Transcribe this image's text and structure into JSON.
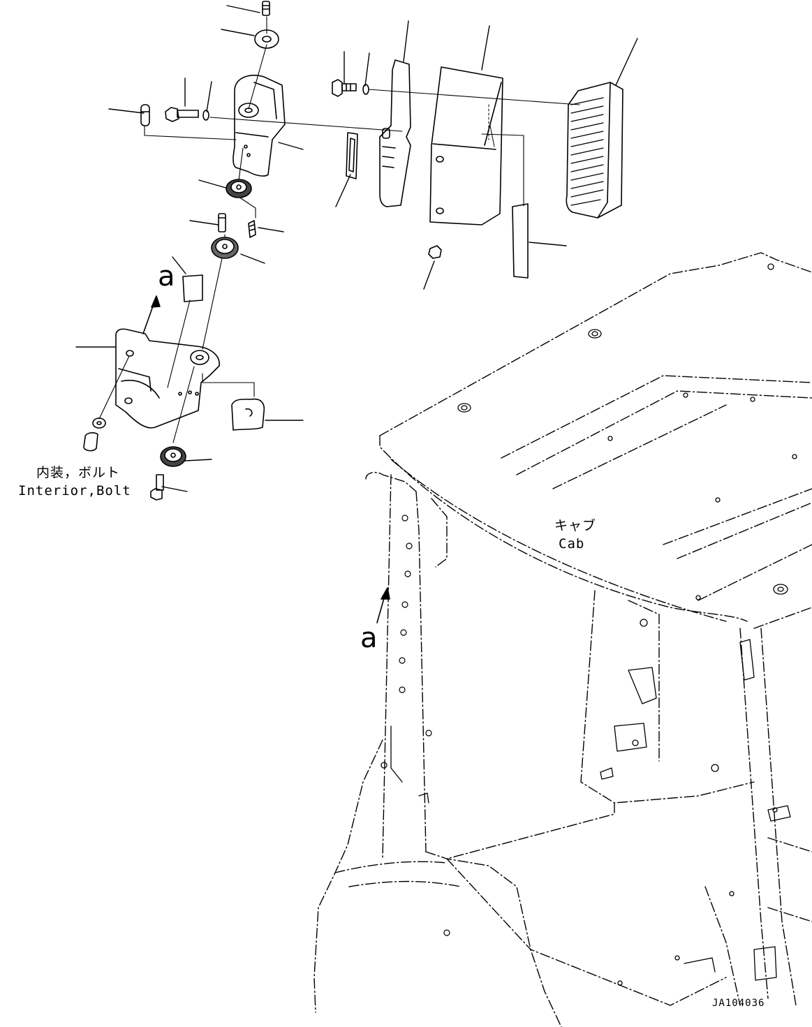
{
  "labels": {
    "interior_bolt_jp": "内装，ボルト",
    "interior_bolt_en": "Interior,Bolt",
    "cab_jp": "キャブ",
    "cab_en": "Cab",
    "view_a_top": "a",
    "view_a_bottom": "a",
    "drawing_code": "JA104036"
  }
}
